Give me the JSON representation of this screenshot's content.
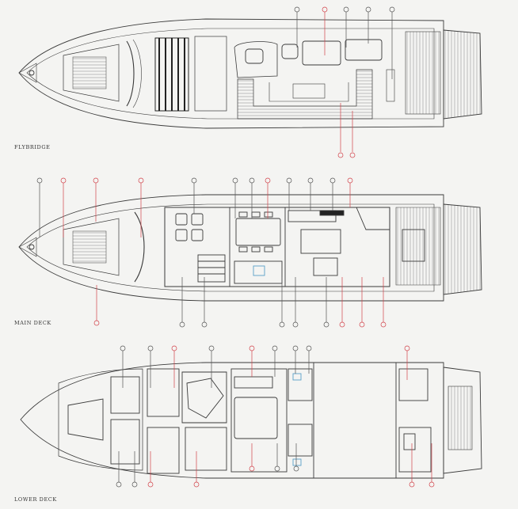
{
  "decks": {
    "flybridge": "FLYBRIDGE",
    "main": "MAIN DECK",
    "lower": "LOWER DECK"
  },
  "colors": {
    "line": "#3a3a3a",
    "callout_red": "#d2424a",
    "callout_grey": "#555555",
    "water_blue": "#5aa0c8",
    "background": "#f4f4f2"
  }
}
